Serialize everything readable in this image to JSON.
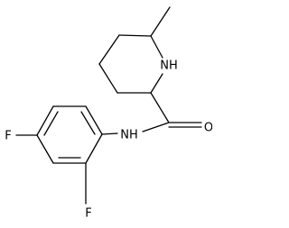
{
  "molecule": {
    "atom_labels": {
      "ring_nh": "NH",
      "amide_o": "O",
      "amide_nh": "NH",
      "fluorine_para": "F",
      "fluorine_ortho": "F"
    }
  }
}
